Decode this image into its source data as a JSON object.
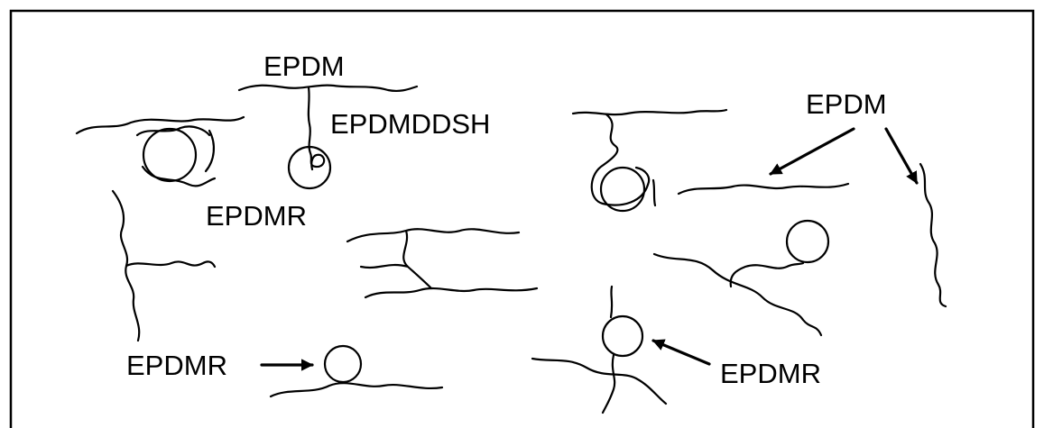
{
  "diagram": {
    "labels": {
      "epdm_top": "EPDM",
      "epdmddsh": "EPDMDDSH",
      "epdmr_left_upper": "EPDMR",
      "epdmr_left_lower": "EPDMR",
      "epdm_right": "EPDM",
      "epdmr_right": "EPDMR"
    },
    "colors": {
      "stroke": "#000000",
      "background": "#ffffff"
    }
  }
}
